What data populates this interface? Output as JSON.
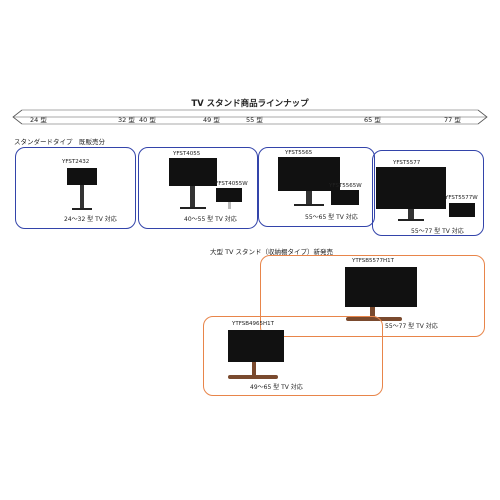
{
  "page_title": "TV スタンド商品ラインナップ",
  "size_scale": {
    "ticks": [
      "24 型",
      "32 型",
      "40 型",
      "49 型",
      "55 型",
      "65 型",
      "77 型"
    ]
  },
  "standard": {
    "label": "スタンダードタイプ　既販売分",
    "groups": [
      {
        "models": [
          "YFST2432"
        ],
        "compat": "24〜32 型 TV 対応"
      },
      {
        "models": [
          "YFST4055",
          "YFST4055W"
        ],
        "compat": "40〜55 型 TV 対応"
      },
      {
        "models": [
          "YFST5565",
          "YFST5565W"
        ],
        "compat": "55〜65 型 TV 対応"
      },
      {
        "models": [
          "YFST5577",
          "YFST5577W"
        ],
        "compat": "55〜77 型 TV 対応"
      }
    ]
  },
  "large": {
    "label": "大型 TV スタンド（収納棚タイプ）新発売",
    "groups": [
      {
        "models": [
          "YTFSB5577H1T"
        ],
        "compat": "55〜77 型 TV 対応"
      },
      {
        "models": [
          "YTFSB4965H1T"
        ],
        "compat": "49〜65 型 TV 対応"
      }
    ]
  },
  "colors": {
    "standard_border": "#3344aa",
    "large_border": "#e8854a",
    "wood": "#7a4a2e"
  }
}
